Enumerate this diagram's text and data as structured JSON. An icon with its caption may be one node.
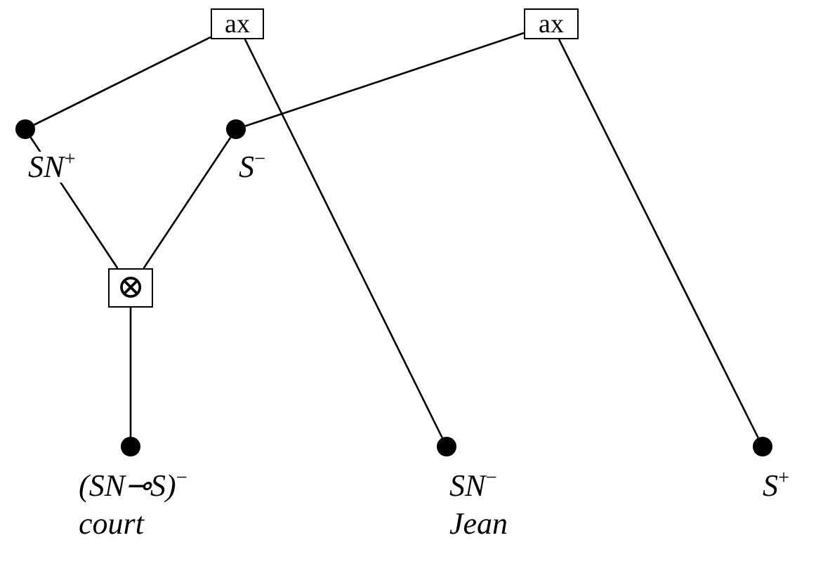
{
  "diagram": {
    "nodes": [
      {
        "text": [
          "ax"
        ]
      },
      {
        "text": [
          "ax"
        ]
      },
      {
        "text": [],
        "shape": "circle",
        "beside": [
          "SN$^{+}$"
        ]
      },
      {
        "text": [],
        "shape": "circle",
        "beside": [
          "S$^{−}$"
        ]
      },
      {
        "text": [
          "⊗"
        ]
      },
      {
        "text": [],
        "shape": "circle",
        "beside": [
          "(SN⊸S)$^{−}$",
          "court"
        ]
      },
      {
        "text": [],
        "shape": "circle",
        "beside": [
          "SN$^{−}$",
          "Jean"
        ]
      },
      {
        "text": [],
        "shape": "circle",
        "beside": [
          "S$^{+}$"
        ]
      }
    ],
    "edges": [
      {
        "from": 0,
        "to": 2,
        "arrow": "none"
      },
      {
        "from": 0,
        "to": 6,
        "arrow": "none"
      },
      {
        "from": 1,
        "to": 3,
        "arrow": "none"
      },
      {
        "from": 1,
        "to": 7,
        "arrow": "none"
      },
      {
        "from": 2,
        "to": 4,
        "arrow": "none"
      },
      {
        "from": 3,
        "to": 4,
        "arrow": "none"
      },
      {
        "from": 4,
        "to": 5,
        "arrow": "none"
      }
    ]
  }
}
